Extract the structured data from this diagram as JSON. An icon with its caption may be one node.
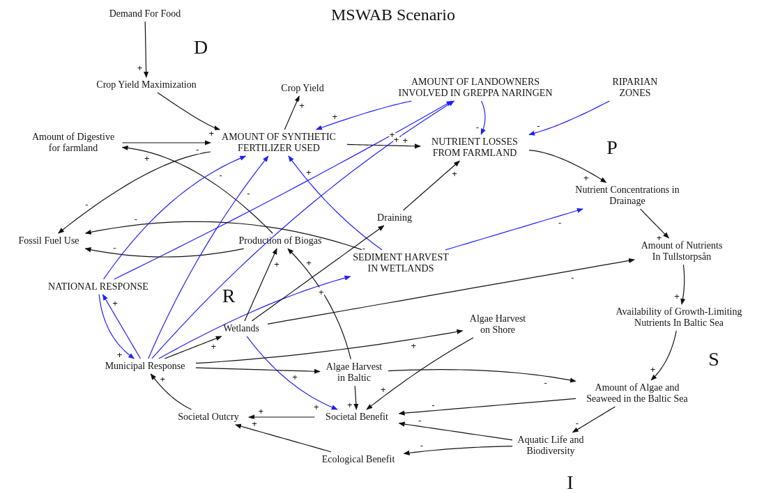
{
  "diagram": {
    "title": "MSWAB Scenario",
    "nodes": [
      {
        "text": [
          "Demand For Food"
        ]
      },
      {
        "text": [
          "Crop Yield Maximization"
        ]
      },
      {
        "text": [
          "Crop Yield"
        ]
      },
      {
        "text": [
          "AMOUNT OF LANDOWNERS INVOLVED IN GREPPA NARINGEN"
        ]
      },
      {
        "text": [
          "RIPARIAN ZONES"
        ]
      },
      {
        "text": [
          "Amount of Digestive for farmland"
        ]
      },
      {
        "text": [
          "AMOUNT OF SYNTHETIC FERTILIZER USED"
        ]
      },
      {
        "text": [
          "NUTRIENT LOSSES FROM FARMLAND"
        ]
      },
      {
        "text": [
          "Nutrient Concentrations in Drainage"
        ]
      },
      {
        "text": [
          "Draining"
        ]
      },
      {
        "text": [
          "Fossil Fuel Use"
        ]
      },
      {
        "text": [
          "Production of Biogas"
        ]
      },
      {
        "text": [
          "SEDIMENT HARVEST IN WETLANDS"
        ]
      },
      {
        "text": [
          "Amount of Nutrients In Tullstorpsån"
        ]
      },
      {
        "text": [
          "NATIONAL RESPONSE"
        ]
      },
      {
        "text": [
          "Wetlands"
        ]
      },
      {
        "text": [
          "Algae Harvest on Shore"
        ]
      },
      {
        "text": [
          "Availability of Growth-Limiting Nutrients In Baltic Sea"
        ]
      },
      {
        "text": [
          "Municipal Response"
        ]
      },
      {
        "text": [
          "Algae Harvest in Baltic"
        ]
      },
      {
        "text": [
          "Amount of Algae and Seaweed in the Baltic Sea"
        ]
      },
      {
        "text": [
          "Societal Outcry"
        ]
      },
      {
        "text": [
          "Societal Benefit"
        ]
      },
      {
        "text": [
          "Aquatic Life and Biodiversity"
        ]
      },
      {
        "text": [
          "Ecological Benefit"
        ]
      }
    ],
    "edges": [
      {
        "from": 0,
        "to": 1,
        "arrow": "to",
        "label": "+"
      },
      {
        "from": 1,
        "to": 6,
        "arrow": "to",
        "label": "+"
      },
      {
        "from": 6,
        "to": 2,
        "arrow": "to",
        "label": "+"
      },
      {
        "from": 3,
        "to": 6,
        "arrow": "to",
        "label": "+",
        "color": "#1f1fff"
      },
      {
        "from": 5,
        "to": 6,
        "arrow": "to",
        "label": "-"
      },
      {
        "from": 11,
        "to": 5,
        "arrow": "to",
        "label": "+"
      },
      {
        "from": 6,
        "to": 7,
        "arrow": "to",
        "label": "+"
      },
      {
        "from": 6,
        "to": 10,
        "arrow": "to",
        "label": "-"
      },
      {
        "from": 14,
        "to": 3,
        "arrow": "to",
        "label": "+",
        "color": "#1f1fff"
      },
      {
        "from": 18,
        "to": 3,
        "arrow": "to",
        "label": "+",
        "color": "#1f1fff"
      },
      {
        "from": 3,
        "to": 7,
        "arrow": "to",
        "label": "-",
        "color": "#1f1fff"
      },
      {
        "from": 4,
        "to": 7,
        "arrow": "to",
        "label": "-",
        "color": "#1f1fff"
      },
      {
        "from": 7,
        "to": 8,
        "arrow": "to",
        "label": "+"
      },
      {
        "from": 9,
        "to": 7,
        "arrow": "to",
        "label": "+"
      },
      {
        "from": 12,
        "to": 8,
        "arrow": "to",
        "label": "-",
        "color": "#1f1fff"
      },
      {
        "from": 8,
        "to": 13,
        "arrow": "to",
        "label": "+"
      },
      {
        "from": 12,
        "to": 10,
        "arrow": "to",
        "label": "-"
      },
      {
        "from": 11,
        "to": 10,
        "arrow": "to",
        "label": "-"
      },
      {
        "from": 12,
        "to": 6,
        "arrow": "to",
        "label": "+",
        "color": "#1f1fff"
      },
      {
        "from": 14,
        "to": 6,
        "arrow": "to",
        "label": "-",
        "color": "#1f1fff"
      },
      {
        "from": 18,
        "to": 6,
        "arrow": "to",
        "label": "-",
        "color": "#1f1fff"
      },
      {
        "from": 18,
        "to": 14,
        "arrow": "to",
        "label": "+",
        "color": "#1f1fff"
      },
      {
        "from": 14,
        "to": 18,
        "arrow": "to",
        "label": "+",
        "color": "#1f1fff"
      },
      {
        "from": 18,
        "to": 15,
        "arrow": "to",
        "label": "+"
      },
      {
        "from": 18,
        "to": 12,
        "arrow": "to",
        "label": "+",
        "color": "#1f1fff"
      },
      {
        "from": 15,
        "to": 11,
        "arrow": "to",
        "label": "+"
      },
      {
        "from": 15,
        "to": 9,
        "arrow": "to",
        "label": "-"
      },
      {
        "from": 15,
        "to": 13,
        "arrow": "to",
        "label": "-"
      },
      {
        "from": 15,
        "to": 22,
        "arrow": "to",
        "label": "+",
        "color": "#1f1fff"
      },
      {
        "from": 19,
        "to": 11,
        "arrow": "to",
        "label": "+"
      },
      {
        "from": 18,
        "to": 19,
        "arrow": "to",
        "label": "+"
      },
      {
        "from": 18,
        "to": 16,
        "arrow": "to",
        "label": "+"
      },
      {
        "from": 19,
        "to": 20,
        "arrow": "to",
        "label": "-"
      },
      {
        "from": 19,
        "to": 22,
        "arrow": "to",
        "label": "+"
      },
      {
        "from": 16,
        "to": 22,
        "arrow": "to",
        "label": "+"
      },
      {
        "from": 20,
        "to": 22,
        "arrow": "to",
        "label": "-"
      },
      {
        "from": 23,
        "to": 22,
        "arrow": "to",
        "label": "-"
      },
      {
        "from": 20,
        "to": 23,
        "arrow": "to",
        "label": "-"
      },
      {
        "from": 23,
        "to": 24,
        "arrow": "to",
        "label": "-"
      },
      {
        "from": 22,
        "to": 21,
        "arrow": "to",
        "label": "+"
      },
      {
        "from": 24,
        "to": 21,
        "arrow": "to",
        "label": "+"
      },
      {
        "from": 21,
        "to": 18,
        "arrow": "to",
        "label": "+"
      },
      {
        "from": 13,
        "to": 17,
        "arrow": "to",
        "label": "+"
      },
      {
        "from": 17,
        "to": 20,
        "arrow": "to",
        "label": "+"
      }
    ],
    "labels": [
      "D",
      "P",
      "R",
      "S",
      "I"
    ]
  }
}
